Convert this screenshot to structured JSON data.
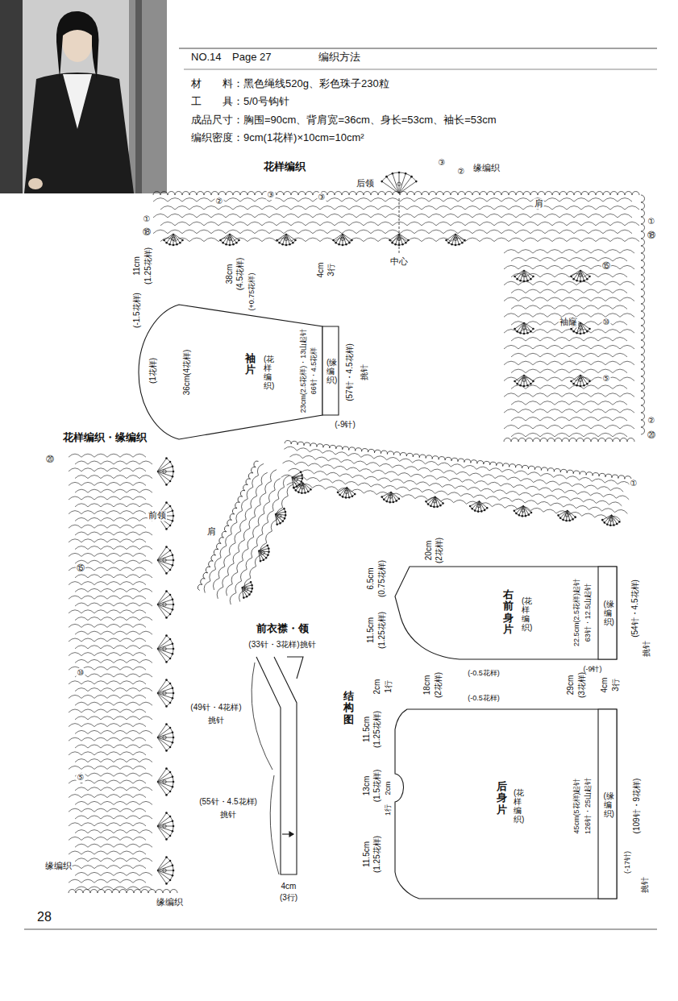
{
  "diagram": {
    "title": "编织方法",
    "nodes": [
      {
        "text": [
          "袖片",
          "(花样编织)"
        ]
      },
      {
        "text": [
          "(缘编织)"
        ],
        "in": 0
      },
      {
        "text": [
          "右前身片",
          "(花样编织)"
        ]
      },
      {
        "text": [
          "(缘编织)"
        ],
        "in": 2
      },
      {
        "text": [
          "后身片",
          "(花样编织)"
        ]
      },
      {
        "text": [
          "(缘编织)"
        ],
        "in": 4
      }
    ],
    "labels": [
      "NO.14",
      "Page 27",
      "材　　料：黑色绳线520g、彩色珠子230粒",
      "工　　具：5/0号钩针",
      "成品尺寸：胸围=90cm、背肩宽=36cm、身长=53cm、袖长=53cm",
      "编织密度：9cm(1花样)×10cm=10cm²",
      "花样编织",
      "后领",
      "缘编织",
      "肩",
      "中心",
      "袖窿",
      "①",
      "⑱",
      "②",
      "③",
      "③",
      "③",
      "②",
      "①",
      "⑱",
      "⑮",
      "⑩",
      "⑤",
      "②",
      "⑳",
      "11cm",
      "(1.25花样)",
      "(-1.5花样)",
      "38cm",
      "(4.5花样)",
      "(+0.75花样)",
      "4cm",
      "3行",
      "(1花样)",
      "36cm(4花样)",
      "23cm(2.5花样)・13山起针",
      "66针・4.5花样",
      "(57针・4.5花样)",
      "挑针",
      "(-9针)",
      "花样编织・缘编织",
      "前领",
      "⑳",
      "⑮",
      "⑩",
      "⑤",
      "缘编织",
      "缘编织",
      "肩",
      "①",
      "20cm",
      "(2花样)",
      "前衣襟・领",
      "(33针・3花样)挑针",
      "(49针・4花样)",
      "挑针",
      "(55针・4.5花样)",
      "挑针",
      "4cm",
      "(3行)",
      "结构图",
      "6.5cm",
      "(0.75花样)",
      "11.5cm",
      "(1.25花样)",
      "22.5cm(2.5花样)起针",
      "63针・12.5山起针",
      "(54针・4.5花样)",
      "挑针",
      "(-9针)",
      "2cm",
      "1行",
      "18cm",
      "(2花样)",
      "(-0.5花样)",
      "(-0.5花样)",
      "29cm",
      "(3花样)",
      "4cm",
      "3行",
      "11.5cm",
      "(1.25花样)",
      "13cm",
      "(1.5花样)",
      "2cm",
      "1行",
      "11.5cm",
      "(1.25花样)",
      "45cm(5花样)起针",
      "126针・25山起针",
      "(109针・9花样)",
      "挑针",
      "(-17针)",
      "28"
    ]
  }
}
